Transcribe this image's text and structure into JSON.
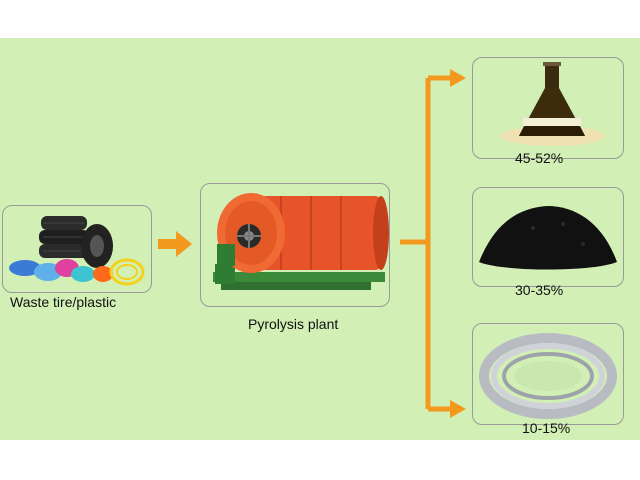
{
  "input": {
    "label": "Waste tire/plastic",
    "icon": "tire-plastic-pile-icon"
  },
  "process": {
    "label": "Pyrolysis plant",
    "icon": "pyrolysis-reactor-icon"
  },
  "outputs": [
    {
      "percent": "45-52%",
      "icon": "oil-flask-icon"
    },
    {
      "percent": "30-35%",
      "icon": "carbon-black-pile-icon"
    },
    {
      "percent": "10-15%",
      "icon": "steel-wire-coil-icon"
    }
  ],
  "colors": {
    "background": "#d2efb6",
    "arrow": "#f39a1e",
    "reactor": "#e8542a",
    "card_border": "#9a9a9a"
  }
}
